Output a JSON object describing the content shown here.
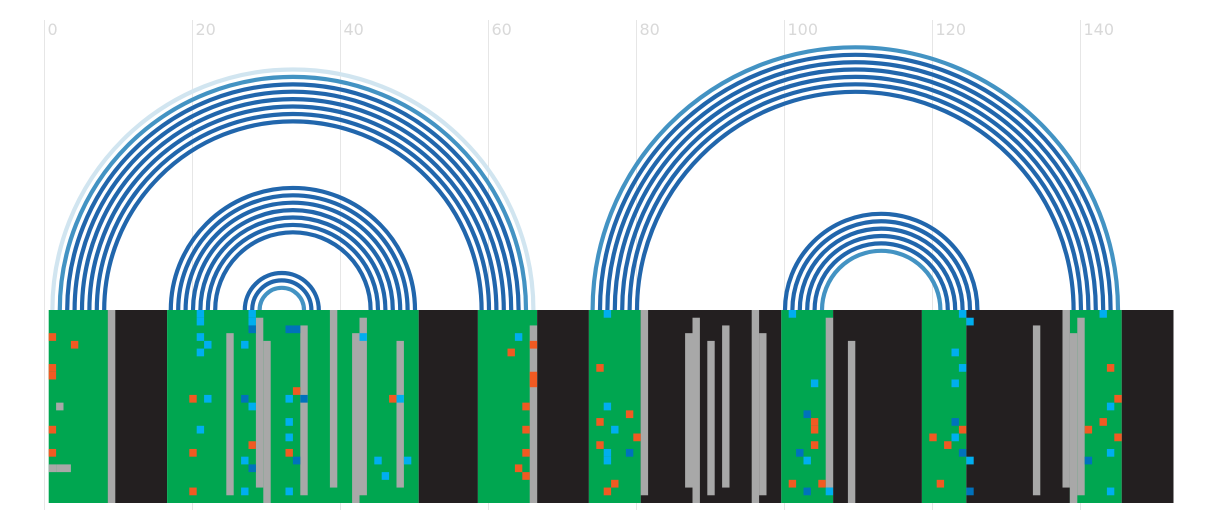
{
  "chart_data": {
    "type": "heatmap",
    "title": "",
    "xlabel": "",
    "ylabel": "",
    "xlim": [
      0,
      152
    ],
    "x_ticks": [
      0,
      20,
      40,
      60,
      80,
      100,
      120,
      140
    ],
    "x_tick_labels": [
      "0",
      "20",
      "40",
      "60",
      "80",
      "100",
      "120",
      "140"
    ],
    "grid": true,
    "rows": 25,
    "colors": {
      "conserved": "#00a650",
      "gap": "#231f20",
      "missing": "#a8a8a8",
      "mutation_cyan": "#00aeef",
      "mutation_blue": "#0072bc",
      "mutation_orange": "#f15a22",
      "arc_dark": "#2166ac",
      "arc_mid": "#4393c3",
      "arc_light": "#d1e5f0"
    },
    "regions": [
      {
        "type": "conserved",
        "start": 1,
        "end": 8
      },
      {
        "type": "gap",
        "start": 9,
        "end": 16
      },
      {
        "type": "conserved",
        "start": 17,
        "end": 50
      },
      {
        "type": "gap",
        "start": 51,
        "end": 58
      },
      {
        "type": "conserved",
        "start": 59,
        "end": 66
      },
      {
        "type": "gap",
        "start": 67,
        "end": 73
      },
      {
        "type": "conserved",
        "start": 74,
        "end": 80
      },
      {
        "type": "gap",
        "start": 81,
        "end": 99
      },
      {
        "type": "conserved",
        "start": 100,
        "end": 106
      },
      {
        "type": "gap",
        "start": 107,
        "end": 118
      },
      {
        "type": "conserved",
        "start": 119,
        "end": 124
      },
      {
        "type": "gap",
        "start": 125,
        "end": 138
      },
      {
        "type": "conserved",
        "start": 139,
        "end": 145
      },
      {
        "type": "gap",
        "start": 146,
        "end": 152
      }
    ],
    "helices": [
      {
        "i": 1,
        "j": 66,
        "pairs": 8,
        "shades": [
          "light",
          "mid",
          "dark",
          "dark",
          "dark",
          "dark",
          "dark",
          "dark"
        ]
      },
      {
        "i": 17,
        "j": 50,
        "pairs": 7,
        "shades": [
          "dark",
          "dark",
          "dark",
          "dark",
          "dark",
          "dark",
          "dark"
        ]
      },
      {
        "i": 27,
        "j": 37,
        "pairs": 3,
        "shades": [
          "dark",
          "dark",
          "mid"
        ]
      },
      {
        "i": 74,
        "j": 145,
        "pairs": 7,
        "shades": [
          "mid",
          "dark",
          "dark",
          "dark",
          "dark",
          "dark",
          "dark"
        ]
      },
      {
        "i": 100,
        "j": 126,
        "pairs": 6,
        "shades": [
          "dark",
          "dark",
          "dark",
          "dark",
          "dark",
          "mid"
        ]
      }
    ],
    "missing_columns": [
      9,
      25,
      29,
      30,
      35,
      39,
      42,
      43,
      48,
      66,
      81,
      87,
      88,
      90,
      92,
      96,
      97,
      106,
      109,
      134,
      138,
      139,
      140
    ],
    "mutations": [
      {
        "x": 1,
        "y": 4,
        "c": "orange"
      },
      {
        "x": 4,
        "y": 5,
        "c": "orange"
      },
      {
        "x": 1,
        "y": 8,
        "c": "orange"
      },
      {
        "x": 1,
        "y": 9,
        "c": "orange"
      },
      {
        "x": 2,
        "y": 13,
        "c": "missing"
      },
      {
        "x": 1,
        "y": 16,
        "c": "orange"
      },
      {
        "x": 1,
        "y": 19,
        "c": "orange"
      },
      {
        "x": 1,
        "y": 21,
        "c": "missing"
      },
      {
        "x": 2,
        "y": 21,
        "c": "missing"
      },
      {
        "x": 3,
        "y": 21,
        "c": "missing"
      },
      {
        "x": 21,
        "y": 1,
        "c": "cyan"
      },
      {
        "x": 21,
        "y": 2,
        "c": "cyan"
      },
      {
        "x": 21,
        "y": 4,
        "c": "cyan"
      },
      {
        "x": 22,
        "y": 5,
        "c": "cyan"
      },
      {
        "x": 21,
        "y": 6,
        "c": "cyan"
      },
      {
        "x": 20,
        "y": 12,
        "c": "orange"
      },
      {
        "x": 22,
        "y": 12,
        "c": "cyan"
      },
      {
        "x": 21,
        "y": 16,
        "c": "cyan"
      },
      {
        "x": 20,
        "y": 19,
        "c": "orange"
      },
      {
        "x": 20,
        "y": 24,
        "c": "orange"
      },
      {
        "x": 28,
        "y": 1,
        "c": "cyan"
      },
      {
        "x": 28,
        "y": 2,
        "c": "cyan"
      },
      {
        "x": 28,
        "y": 3,
        "c": "blue"
      },
      {
        "x": 27,
        "y": 5,
        "c": "cyan"
      },
      {
        "x": 27,
        "y": 12,
        "c": "blue"
      },
      {
        "x": 28,
        "y": 13,
        "c": "cyan"
      },
      {
        "x": 28,
        "y": 18,
        "c": "orange"
      },
      {
        "x": 27,
        "y": 20,
        "c": "cyan"
      },
      {
        "x": 28,
        "y": 21,
        "c": "blue"
      },
      {
        "x": 27,
        "y": 24,
        "c": "cyan"
      },
      {
        "x": 33,
        "y": 3,
        "c": "blue"
      },
      {
        "x": 34,
        "y": 3,
        "c": "blue"
      },
      {
        "x": 34,
        "y": 11,
        "c": "orange"
      },
      {
        "x": 33,
        "y": 12,
        "c": "cyan"
      },
      {
        "x": 35,
        "y": 12,
        "c": "blue"
      },
      {
        "x": 33,
        "y": 15,
        "c": "cyan"
      },
      {
        "x": 33,
        "y": 17,
        "c": "cyan"
      },
      {
        "x": 33,
        "y": 19,
        "c": "orange"
      },
      {
        "x": 34,
        "y": 20,
        "c": "blue"
      },
      {
        "x": 33,
        "y": 24,
        "c": "cyan"
      },
      {
        "x": 43,
        "y": 4,
        "c": "cyan"
      },
      {
        "x": 47,
        "y": 12,
        "c": "orange"
      },
      {
        "x": 48,
        "y": 12,
        "c": "cyan"
      },
      {
        "x": 45,
        "y": 20,
        "c": "cyan"
      },
      {
        "x": 46,
        "y": 22,
        "c": "cyan"
      },
      {
        "x": 49,
        "y": 20,
        "c": "cyan"
      },
      {
        "x": 64,
        "y": 4,
        "c": "cyan"
      },
      {
        "x": 63,
        "y": 6,
        "c": "orange"
      },
      {
        "x": 66,
        "y": 5,
        "c": "orange"
      },
      {
        "x": 66,
        "y": 9,
        "c": "orange"
      },
      {
        "x": 66,
        "y": 10,
        "c": "orange"
      },
      {
        "x": 65,
        "y": 13,
        "c": "orange"
      },
      {
        "x": 65,
        "y": 16,
        "c": "orange"
      },
      {
        "x": 65,
        "y": 19,
        "c": "orange"
      },
      {
        "x": 64,
        "y": 21,
        "c": "orange"
      },
      {
        "x": 65,
        "y": 22,
        "c": "orange"
      },
      {
        "x": 76,
        "y": 1,
        "c": "cyan"
      },
      {
        "x": 76,
        "y": 13,
        "c": "cyan"
      },
      {
        "x": 75,
        "y": 15,
        "c": "orange"
      },
      {
        "x": 77,
        "y": 16,
        "c": "cyan"
      },
      {
        "x": 75,
        "y": 18,
        "c": "orange"
      },
      {
        "x": 76,
        "y": 19,
        "c": "cyan"
      },
      {
        "x": 76,
        "y": 20,
        "c": "cyan"
      },
      {
        "x": 77,
        "y": 23,
        "c": "orange"
      },
      {
        "x": 76,
        "y": 24,
        "c": "orange"
      },
      {
        "x": 79,
        "y": 14,
        "c": "orange"
      },
      {
        "x": 80,
        "y": 17,
        "c": "orange"
      },
      {
        "x": 79,
        "y": 19,
        "c": "blue"
      },
      {
        "x": 75,
        "y": 8,
        "c": "orange"
      },
      {
        "x": 101,
        "y": 1,
        "c": "cyan"
      },
      {
        "x": 103,
        "y": 14,
        "c": "blue"
      },
      {
        "x": 104,
        "y": 15,
        "c": "orange"
      },
      {
        "x": 104,
        "y": 16,
        "c": "orange"
      },
      {
        "x": 104,
        "y": 18,
        "c": "orange"
      },
      {
        "x": 102,
        "y": 19,
        "c": "blue"
      },
      {
        "x": 103,
        "y": 20,
        "c": "cyan"
      },
      {
        "x": 101,
        "y": 23,
        "c": "orange"
      },
      {
        "x": 103,
        "y": 24,
        "c": "blue"
      },
      {
        "x": 105,
        "y": 23,
        "c": "orange"
      },
      {
        "x": 106,
        "y": 24,
        "c": "cyan"
      },
      {
        "x": 104,
        "y": 10,
        "c": "cyan"
      },
      {
        "x": 125,
        "y": 2,
        "c": "cyan"
      },
      {
        "x": 124,
        "y": 1,
        "c": "cyan"
      },
      {
        "x": 123,
        "y": 6,
        "c": "cyan"
      },
      {
        "x": 124,
        "y": 8,
        "c": "cyan"
      },
      {
        "x": 123,
        "y": 10,
        "c": "cyan"
      },
      {
        "x": 123,
        "y": 15,
        "c": "blue"
      },
      {
        "x": 124,
        "y": 16,
        "c": "orange"
      },
      {
        "x": 123,
        "y": 17,
        "c": "cyan"
      },
      {
        "x": 122,
        "y": 18,
        "c": "orange"
      },
      {
        "x": 124,
        "y": 19,
        "c": "blue"
      },
      {
        "x": 125,
        "y": 20,
        "c": "cyan"
      },
      {
        "x": 120,
        "y": 17,
        "c": "orange"
      },
      {
        "x": 121,
        "y": 23,
        "c": "orange"
      },
      {
        "x": 125,
        "y": 24,
        "c": "blue"
      },
      {
        "x": 141,
        "y": 16,
        "c": "orange"
      },
      {
        "x": 145,
        "y": 12,
        "c": "orange"
      },
      {
        "x": 144,
        "y": 13,
        "c": "cyan"
      },
      {
        "x": 143,
        "y": 15,
        "c": "orange"
      },
      {
        "x": 145,
        "y": 17,
        "c": "orange"
      },
      {
        "x": 144,
        "y": 19,
        "c": "cyan"
      },
      {
        "x": 141,
        "y": 20,
        "c": "blue"
      },
      {
        "x": 144,
        "y": 24,
        "c": "cyan"
      },
      {
        "x": 144,
        "y": 8,
        "c": "orange"
      },
      {
        "x": 143,
        "y": 1,
        "c": "cyan"
      }
    ]
  }
}
